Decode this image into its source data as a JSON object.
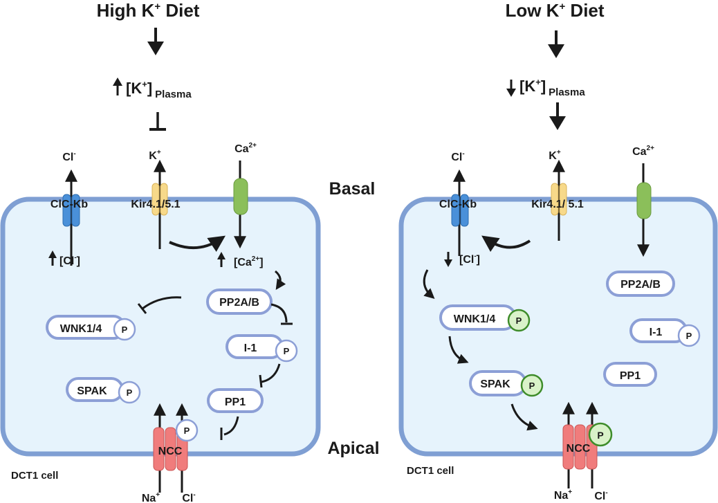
{
  "left": {
    "title": {
      "main": "High K",
      "sup": "+",
      "rest": " Diet"
    },
    "plasma": {
      "k": "[K",
      "sup": "+",
      "close": "]",
      "sub": "Plasma"
    },
    "ion_cl": {
      "base": "Cl",
      "sup": "-"
    },
    "ion_k": {
      "base": "K",
      "sup": "+"
    },
    "ion_ca": {
      "base": "Ca",
      "sup": "2+"
    },
    "channel_clc": "ClC-Kb",
    "channel_kir": "Kir4.1/5.1",
    "intracellular_cl": {
      "base": "[Cl",
      "sup": "-",
      "close": "]"
    },
    "intracellular_ca": {
      "base": "[Ca",
      "sup": "2+",
      "close": "]"
    },
    "pp2a": "PP2A/B",
    "wnk": "WNK1/4",
    "i1": "I-1",
    "spak": "SPAK",
    "pp1": "PP1",
    "ncc": "NCC",
    "phospho": "P",
    "cell_label": "DCT1 cell",
    "ion_na": {
      "base": "Na",
      "sup": "+"
    },
    "ion_cl_bottom": {
      "base": "Cl",
      "sup": "-"
    }
  },
  "right": {
    "title": {
      "main": "Low K",
      "sup": "+",
      "rest": " Diet"
    },
    "plasma": {
      "k": "[K",
      "sup": "+",
      "close": "]",
      "sub": "Plasma"
    },
    "ion_cl": {
      "base": "Cl",
      "sup": "-"
    },
    "ion_k": {
      "base": "K",
      "sup": "+"
    },
    "ion_ca": {
      "base": "Ca",
      "sup": "2+"
    },
    "channel_clc": "ClC-Kb",
    "channel_kir": "Kir4.1/ 5.1",
    "intracellular_cl": {
      "base": "[Cl",
      "sup": "-",
      "close": "]"
    },
    "pp2a": "PP2A/B",
    "wnk": "WNK1/4",
    "i1": "I-1",
    "spak": "SPAK",
    "pp1": "PP1",
    "ncc": "NCC",
    "phospho": "P",
    "cell_label": "DCT1 cell",
    "ion_na": {
      "base": "Na",
      "sup": "+"
    },
    "ion_cl_bottom": {
      "base": "Cl",
      "sup": "-"
    }
  },
  "labels": {
    "basal": "Basal",
    "apical": "Apical"
  },
  "colors": {
    "cell_fill": "#e6f3fc",
    "cell_stroke": "#7f9fd3",
    "pill_stroke": "#8c9fd6",
    "clc": "#4a90d9",
    "kir": "#f7d98a",
    "ca_channel": "#8bbf5a",
    "ncc": "#f07c7c",
    "phospho_active_fill": "#d9f2c9",
    "phospho_active_stroke": "#3e8c2a",
    "arrow": "#1a1a1a"
  }
}
